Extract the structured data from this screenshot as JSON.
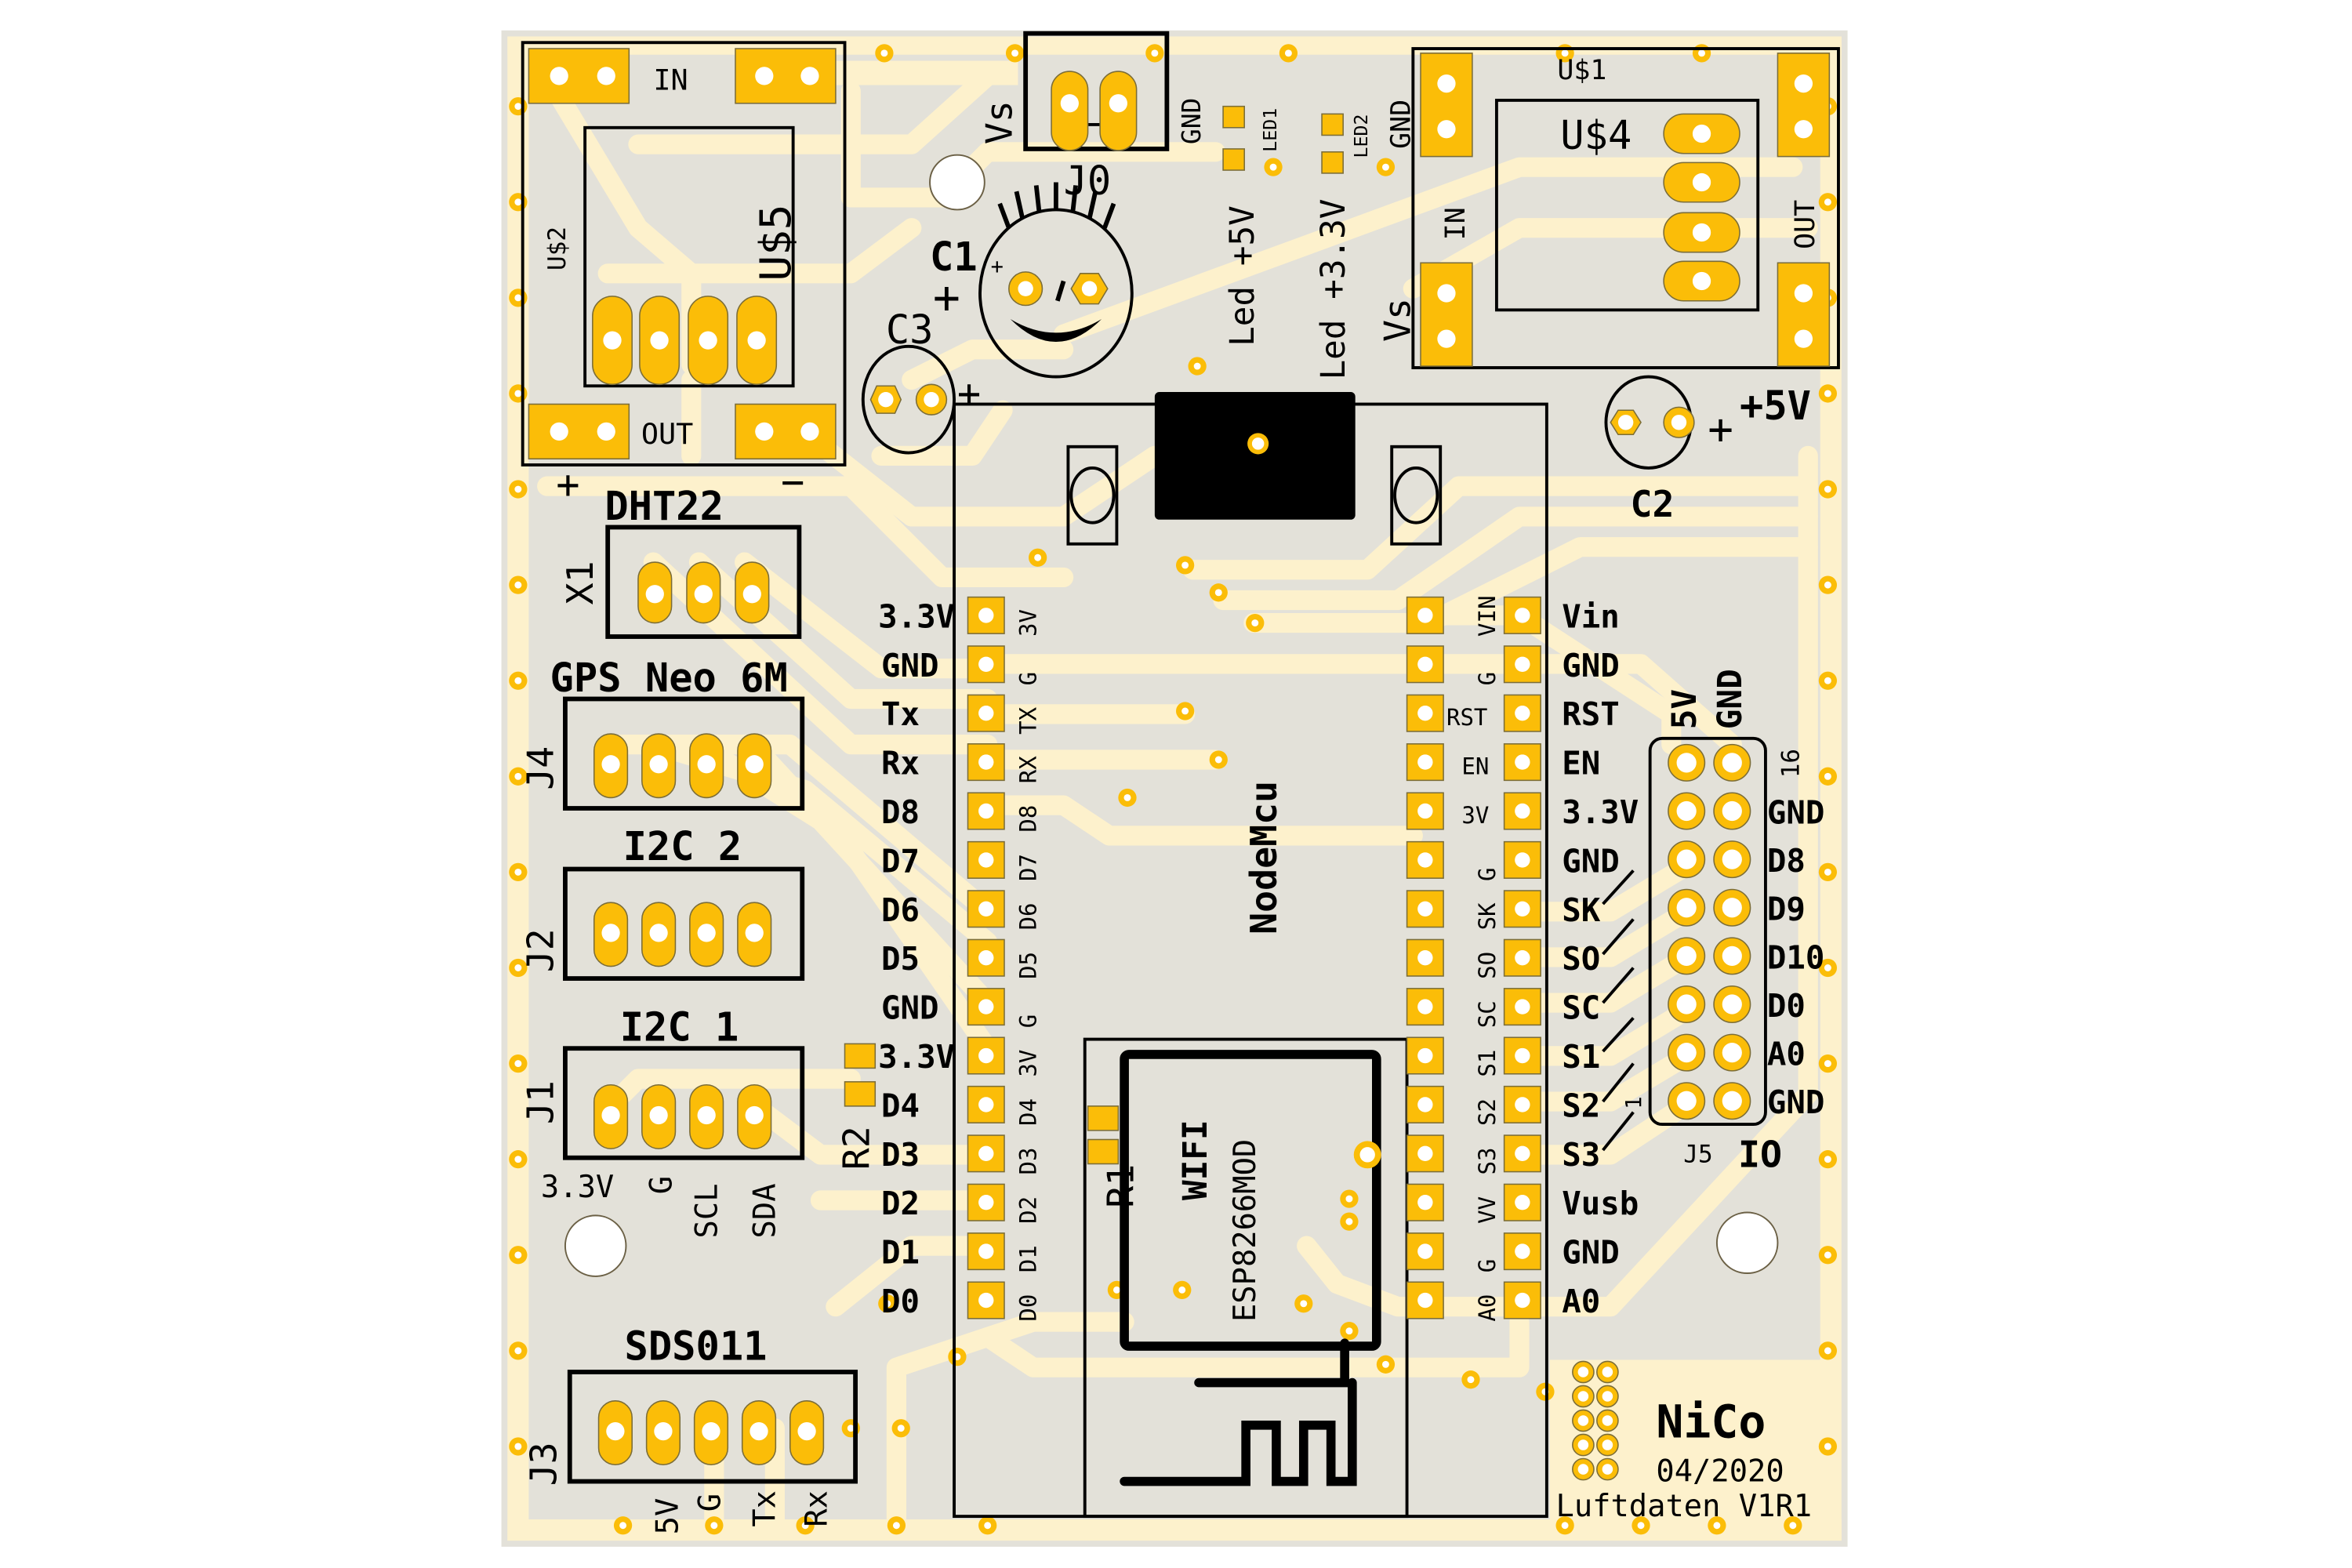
{
  "colors": {
    "board": "#e3e1d9",
    "pour": "#fdf1cc",
    "copper": "#fbbd08",
    "pad_outline": "#7b6d38",
    "silkscreen": "#000000",
    "drill": "#ffffff"
  },
  "board": {
    "credit": {
      "name": "NiCo",
      "date": "04/2020",
      "project": "Luftdaten V1R1"
    }
  },
  "modules": {
    "u2": {
      "ref": "U$2",
      "in": "IN",
      "out": "OUT",
      "plus": "+",
      "minus": "−"
    },
    "u5": {
      "ref": "U$5"
    },
    "u1": {
      "ref": "U$1",
      "in": "IN",
      "out": "OUT",
      "vs": "Vs",
      "gnd": "GND"
    },
    "u4": {
      "ref": "U$4"
    },
    "j0": {
      "ref": "J0",
      "vs": "Vs",
      "gnd": "GND"
    },
    "c1": {
      "ref": "C1",
      "plus": "+"
    },
    "c2": {
      "ref": "C2",
      "plus": "+",
      "label": "+5V"
    },
    "c3": {
      "ref": "C3",
      "plus": "+"
    },
    "led1": {
      "ref": "LED1",
      "label": "Led +5V"
    },
    "led2": {
      "ref": "LED2",
      "label": "Led +3.3V"
    },
    "x1": {
      "ref": "X1",
      "title": "DHT22"
    },
    "j4": {
      "ref": "J4",
      "title": "GPS Neo 6M"
    },
    "j2": {
      "ref": "J2",
      "title": "I2C 2"
    },
    "j1": {
      "ref": "J1",
      "title": "I2C 1",
      "pins": [
        "3.3V",
        "G",
        "SCL",
        "SDA"
      ]
    },
    "j3": {
      "ref": "J3",
      "title": "SDS011",
      "pins": [
        "5V",
        "G",
        "Tx",
        "Rx"
      ]
    },
    "r1": {
      "ref": "R1"
    },
    "r2": {
      "ref": "R2"
    },
    "j5": {
      "ref": "J5",
      "title": "IO",
      "col_labels": [
        "5V",
        "GND"
      ],
      "pin16": "16",
      "pin1": "1",
      "right_labels": [
        "GND",
        "D8",
        "D9",
        "D10",
        "D0",
        "A0",
        "GND"
      ]
    },
    "nodemcu": {
      "title": "NodeMcu",
      "wifi": "WIFI",
      "esp": "ESP8266MOD"
    }
  },
  "nodemcu_left": {
    "outer": [
      "3.3V",
      "GND",
      "Tx",
      "Rx",
      "D8",
      "D7",
      "D6",
      "D5",
      "GND",
      "3.3V",
      "D4",
      "D3",
      "D2",
      "D1",
      "D0"
    ],
    "inner": [
      "3V",
      "G",
      "TX",
      "RX",
      "D8",
      "D7",
      "D6",
      "D5",
      "G",
      "3V",
      "D4",
      "D3",
      "D2",
      "D1",
      "D0"
    ]
  },
  "nodemcu_right": {
    "inner": [
      "VIN",
      "G",
      "RST",
      "EN",
      "3V",
      "G",
      "SK",
      "SO",
      "SC",
      "S1",
      "S2",
      "S3",
      "VV",
      "G",
      "A0"
    ],
    "outer": [
      "Vin",
      "GND",
      "RST",
      "EN",
      "3.3V",
      "GND",
      "SK",
      "SO",
      "SC",
      "S1",
      "S2",
      "S3",
      "Vusb",
      "GND",
      "A0"
    ]
  }
}
